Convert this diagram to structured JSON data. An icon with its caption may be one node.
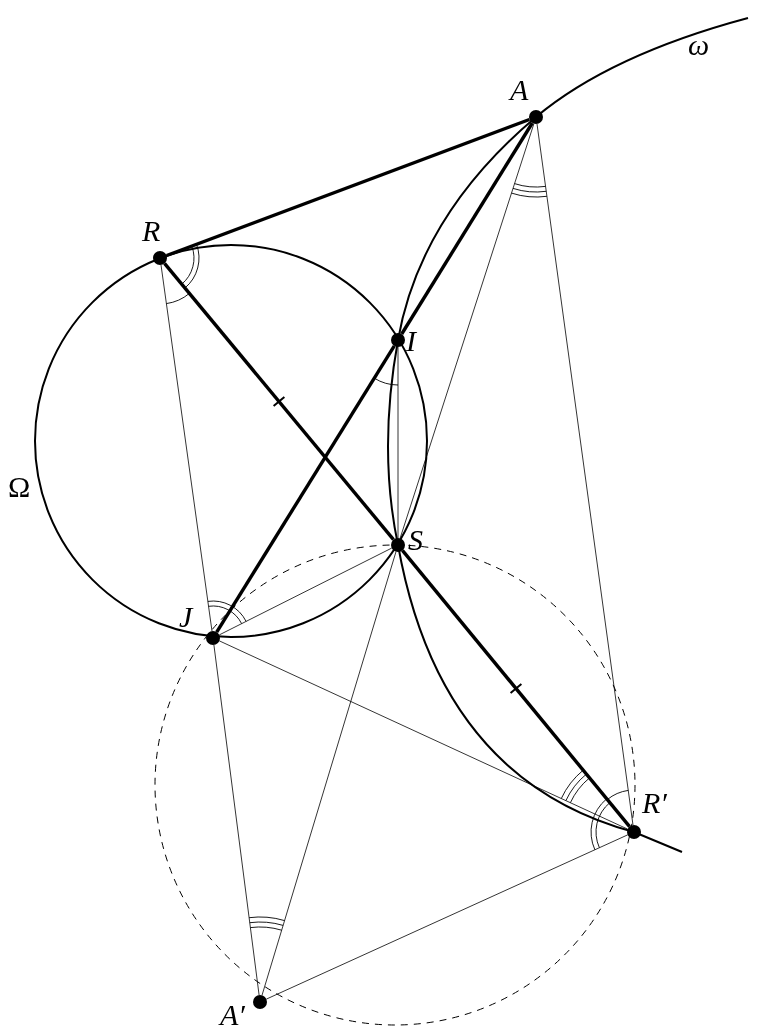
{
  "diagram": {
    "nodes": [
      {
        "text": [
          "A"
        ]
      },
      {
        "text": [
          "R"
        ]
      },
      {
        "text": [
          "I"
        ]
      },
      {
        "text": [
          "S"
        ]
      },
      {
        "text": [
          "J"
        ]
      },
      {
        "text": [
          "R′"
        ]
      },
      {
        "text": [
          "A′"
        ]
      }
    ],
    "edges": [
      {
        "from": 1,
        "to": 0,
        "arrow": "none",
        "style": "thick"
      },
      {
        "from": 0,
        "to": 2,
        "arrow": "none",
        "style": "thick"
      },
      {
        "from": 2,
        "to": 4,
        "arrow": "none",
        "style": "thick"
      },
      {
        "from": 1,
        "to": 3,
        "arrow": "none",
        "style": "thick"
      },
      {
        "from": 3,
        "to": 5,
        "arrow": "none",
        "style": "thick"
      },
      {
        "from": 2,
        "to": 3,
        "arrow": "none"
      },
      {
        "from": 0,
        "to": 3,
        "arrow": "none"
      },
      {
        "from": 3,
        "to": 6,
        "arrow": "none"
      },
      {
        "from": 0,
        "to": 5,
        "arrow": "none"
      },
      {
        "from": 1,
        "to": 4,
        "arrow": "none"
      },
      {
        "from": 4,
        "to": 6,
        "arrow": "none"
      },
      {
        "from": 4,
        "to": 3,
        "arrow": "none"
      },
      {
        "from": 4,
        "to": 5,
        "arrow": "none"
      },
      {
        "from": 6,
        "to": 5,
        "arrow": "none"
      }
    ],
    "labels": [
      "ω",
      "Ω"
    ]
  }
}
